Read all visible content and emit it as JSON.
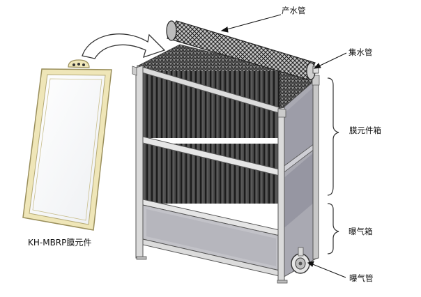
{
  "diagram": {
    "caption": "KH-MBRP膜元件",
    "labels": {
      "permeate_pipe": "产水管",
      "collector_pipe": "集水管",
      "membrane_box": "膜元件箱",
      "aeration_box": "曝气箱",
      "aeration_pipe": "曝气管"
    },
    "colors": {
      "frame_outline": "#555555",
      "membrane_fill": "#4a4a4a",
      "membrane_stripe": "#222222",
      "steel_light": "#dcdcdc",
      "steel_mid": "#a9a9b2",
      "panel_side": "#8c8c98",
      "element_frame": "#efe6b8",
      "element_frame_stroke": "#9a8f5c",
      "arrow_fill": "#ffffff"
    },
    "icons": {
      "permeate": "pipe-coil",
      "aeration": "pipe-wheel"
    }
  }
}
